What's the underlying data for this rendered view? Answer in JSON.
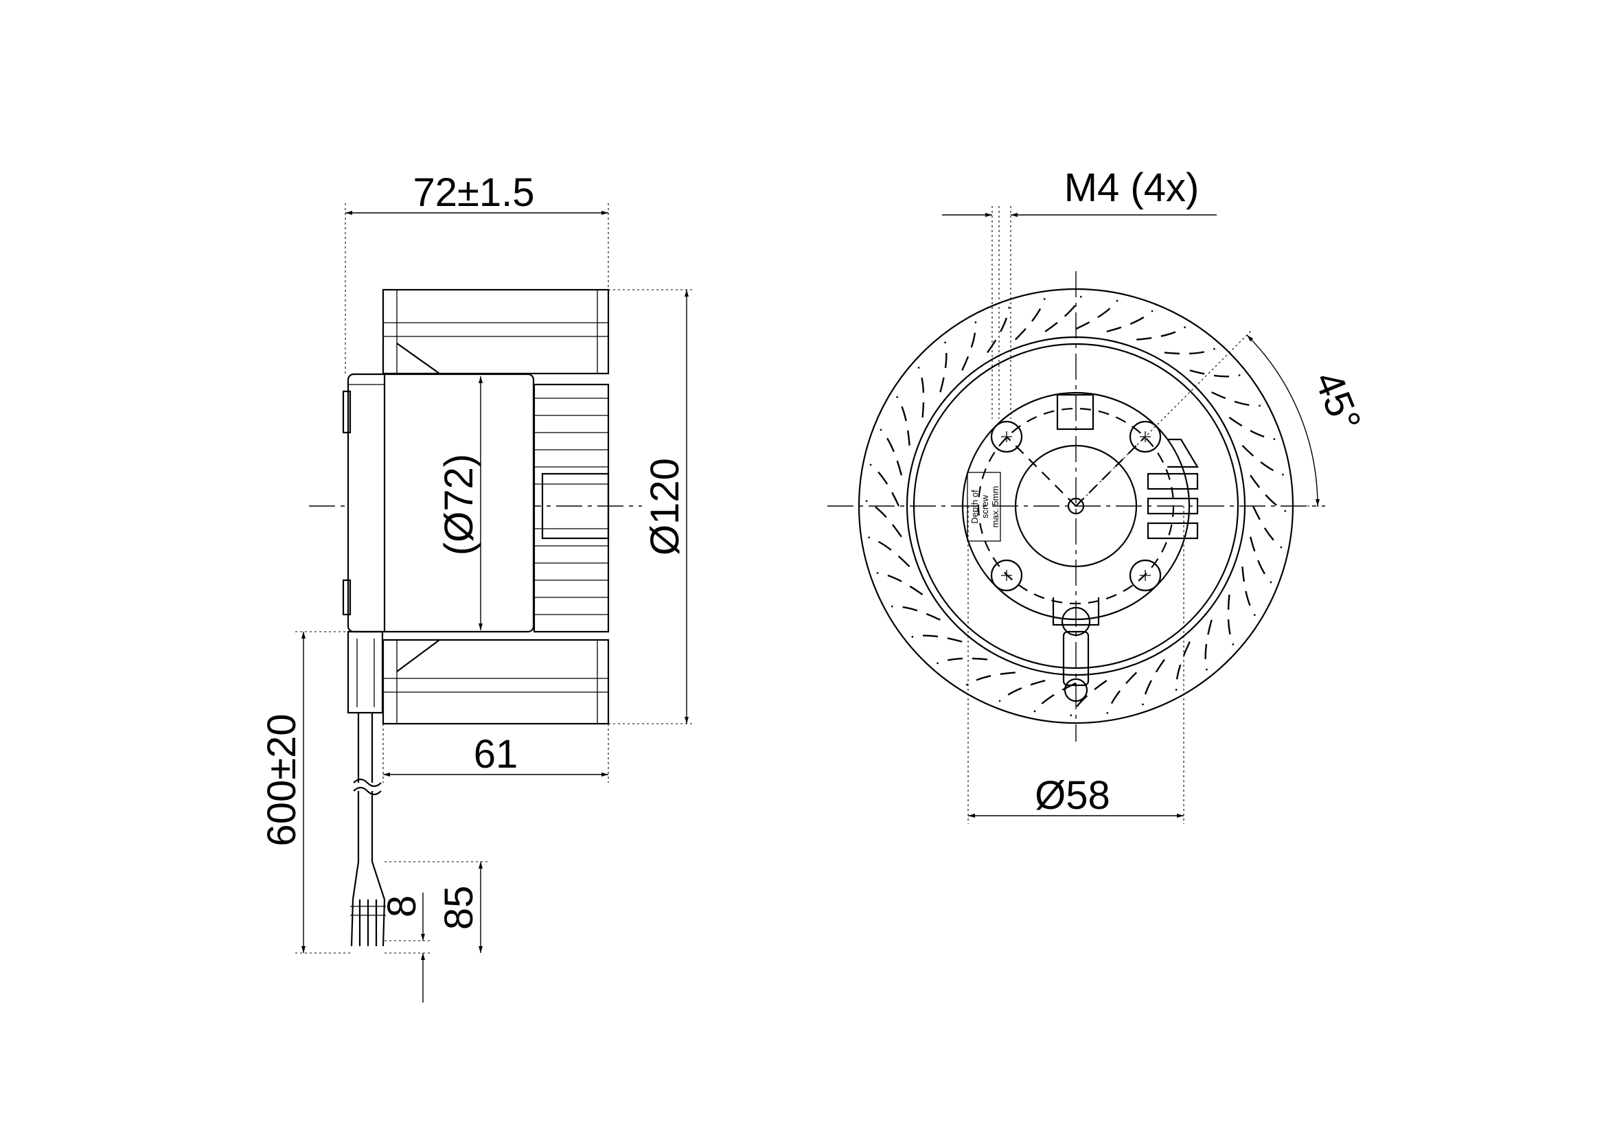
{
  "dimensions": {
    "overall_length": "72±1.5",
    "impeller_length": "61",
    "motor_diameter": "(Ø72)",
    "impeller_diameter": "Ø120",
    "cable_length": "600±20",
    "wire_strip": "8",
    "wire_separation": "85",
    "mounting_thread": "M4 (4x)",
    "hub_diameter": "Ø58",
    "angle": "45°"
  },
  "note": {
    "line1": "Depth of",
    "line2": "screw",
    "line3": "max. 5mm"
  },
  "colors": {
    "line": "#000000",
    "background": "#ffffff"
  }
}
